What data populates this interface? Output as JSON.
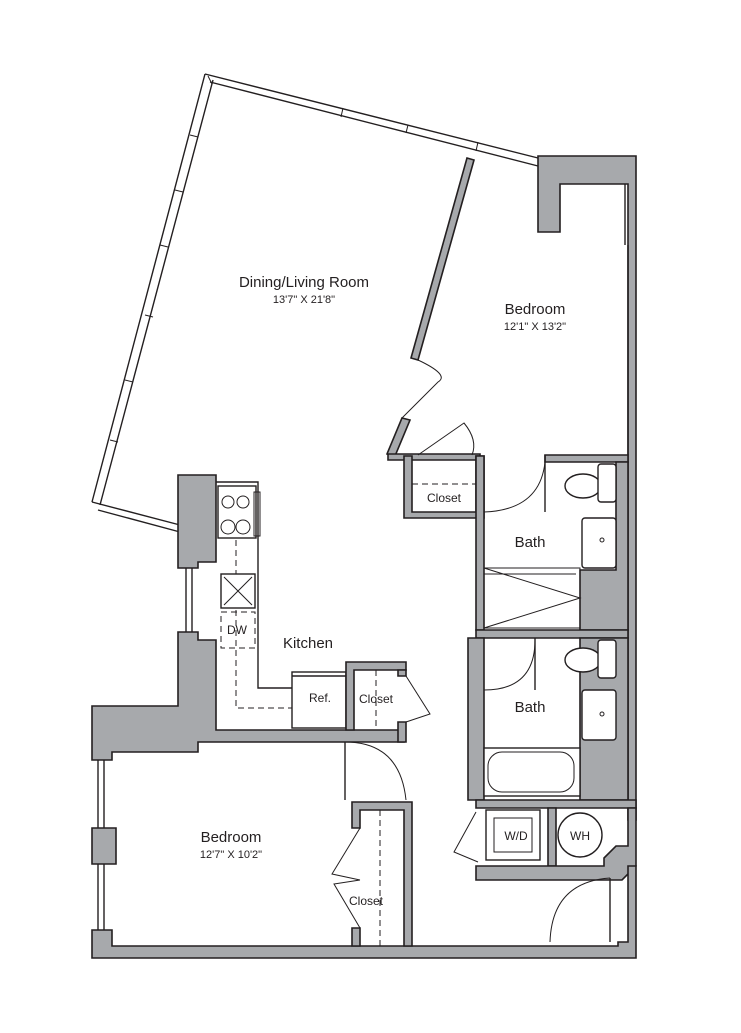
{
  "rooms": {
    "living": {
      "name": "Dining/Living Room",
      "size": "13'7\" X 21'8\""
    },
    "bedroom_main": {
      "name": "Bedroom",
      "size": "12'1\" X 13'2\""
    },
    "bedroom_second": {
      "name": "Bedroom",
      "size": "12'7\" X 10'2\""
    },
    "kitchen": {
      "name": "Kitchen"
    },
    "bath_upper": {
      "name": "Bath"
    },
    "bath_lower": {
      "name": "Bath"
    }
  },
  "labels": {
    "closet_main": "Closet",
    "closet_kitchen": "Closet",
    "closet_bedroom": "Closet",
    "dishwasher": "DW",
    "refrigerator": "Ref.",
    "washer_dryer": "W/D",
    "water_heater": "WH"
  },
  "colors": {
    "wall_fill": "#a7a9ac",
    "line": "#231f20"
  }
}
